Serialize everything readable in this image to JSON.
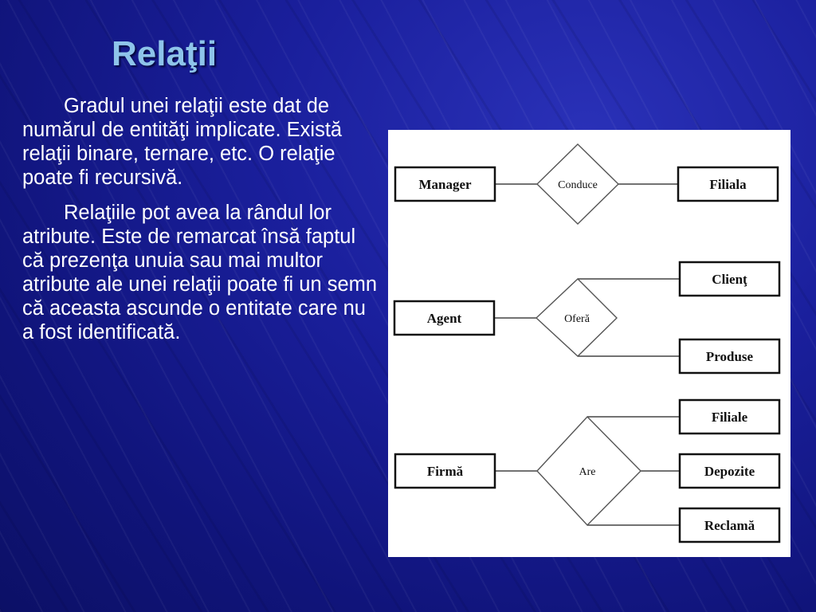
{
  "slide": {
    "title": "Relaţii",
    "paragraphs": [
      "Gradul unei relaţii este dat de numărul de entităţi implicate. Există relaţii binare, ternare, etc. O relaţie poate fi recursivă.",
      "Relaţiile pot avea la rândul lor atribute. Este de remarcat însă faptul că prezenţa unuia sau mai multor atribute ale unei relaţii poate fi un semn că aceasta ascunde o entitate care nu a fost identificată."
    ]
  },
  "diagram": {
    "rows": [
      {
        "entity": "Manager",
        "relation": "Conduce",
        "targets": [
          "Filiala"
        ]
      },
      {
        "entity": "Agent",
        "relation": "Oferă",
        "targets": [
          "Clienţ",
          "Produse"
        ]
      },
      {
        "entity": "Firmă",
        "relation": "Are",
        "targets": [
          "Filiale",
          "Depozite",
          "Reclamă"
        ]
      }
    ]
  },
  "colors": {
    "title": "#8ec4ea",
    "text": "#ffffff",
    "background": "#1a1f9c",
    "panel": "#ffffff"
  }
}
